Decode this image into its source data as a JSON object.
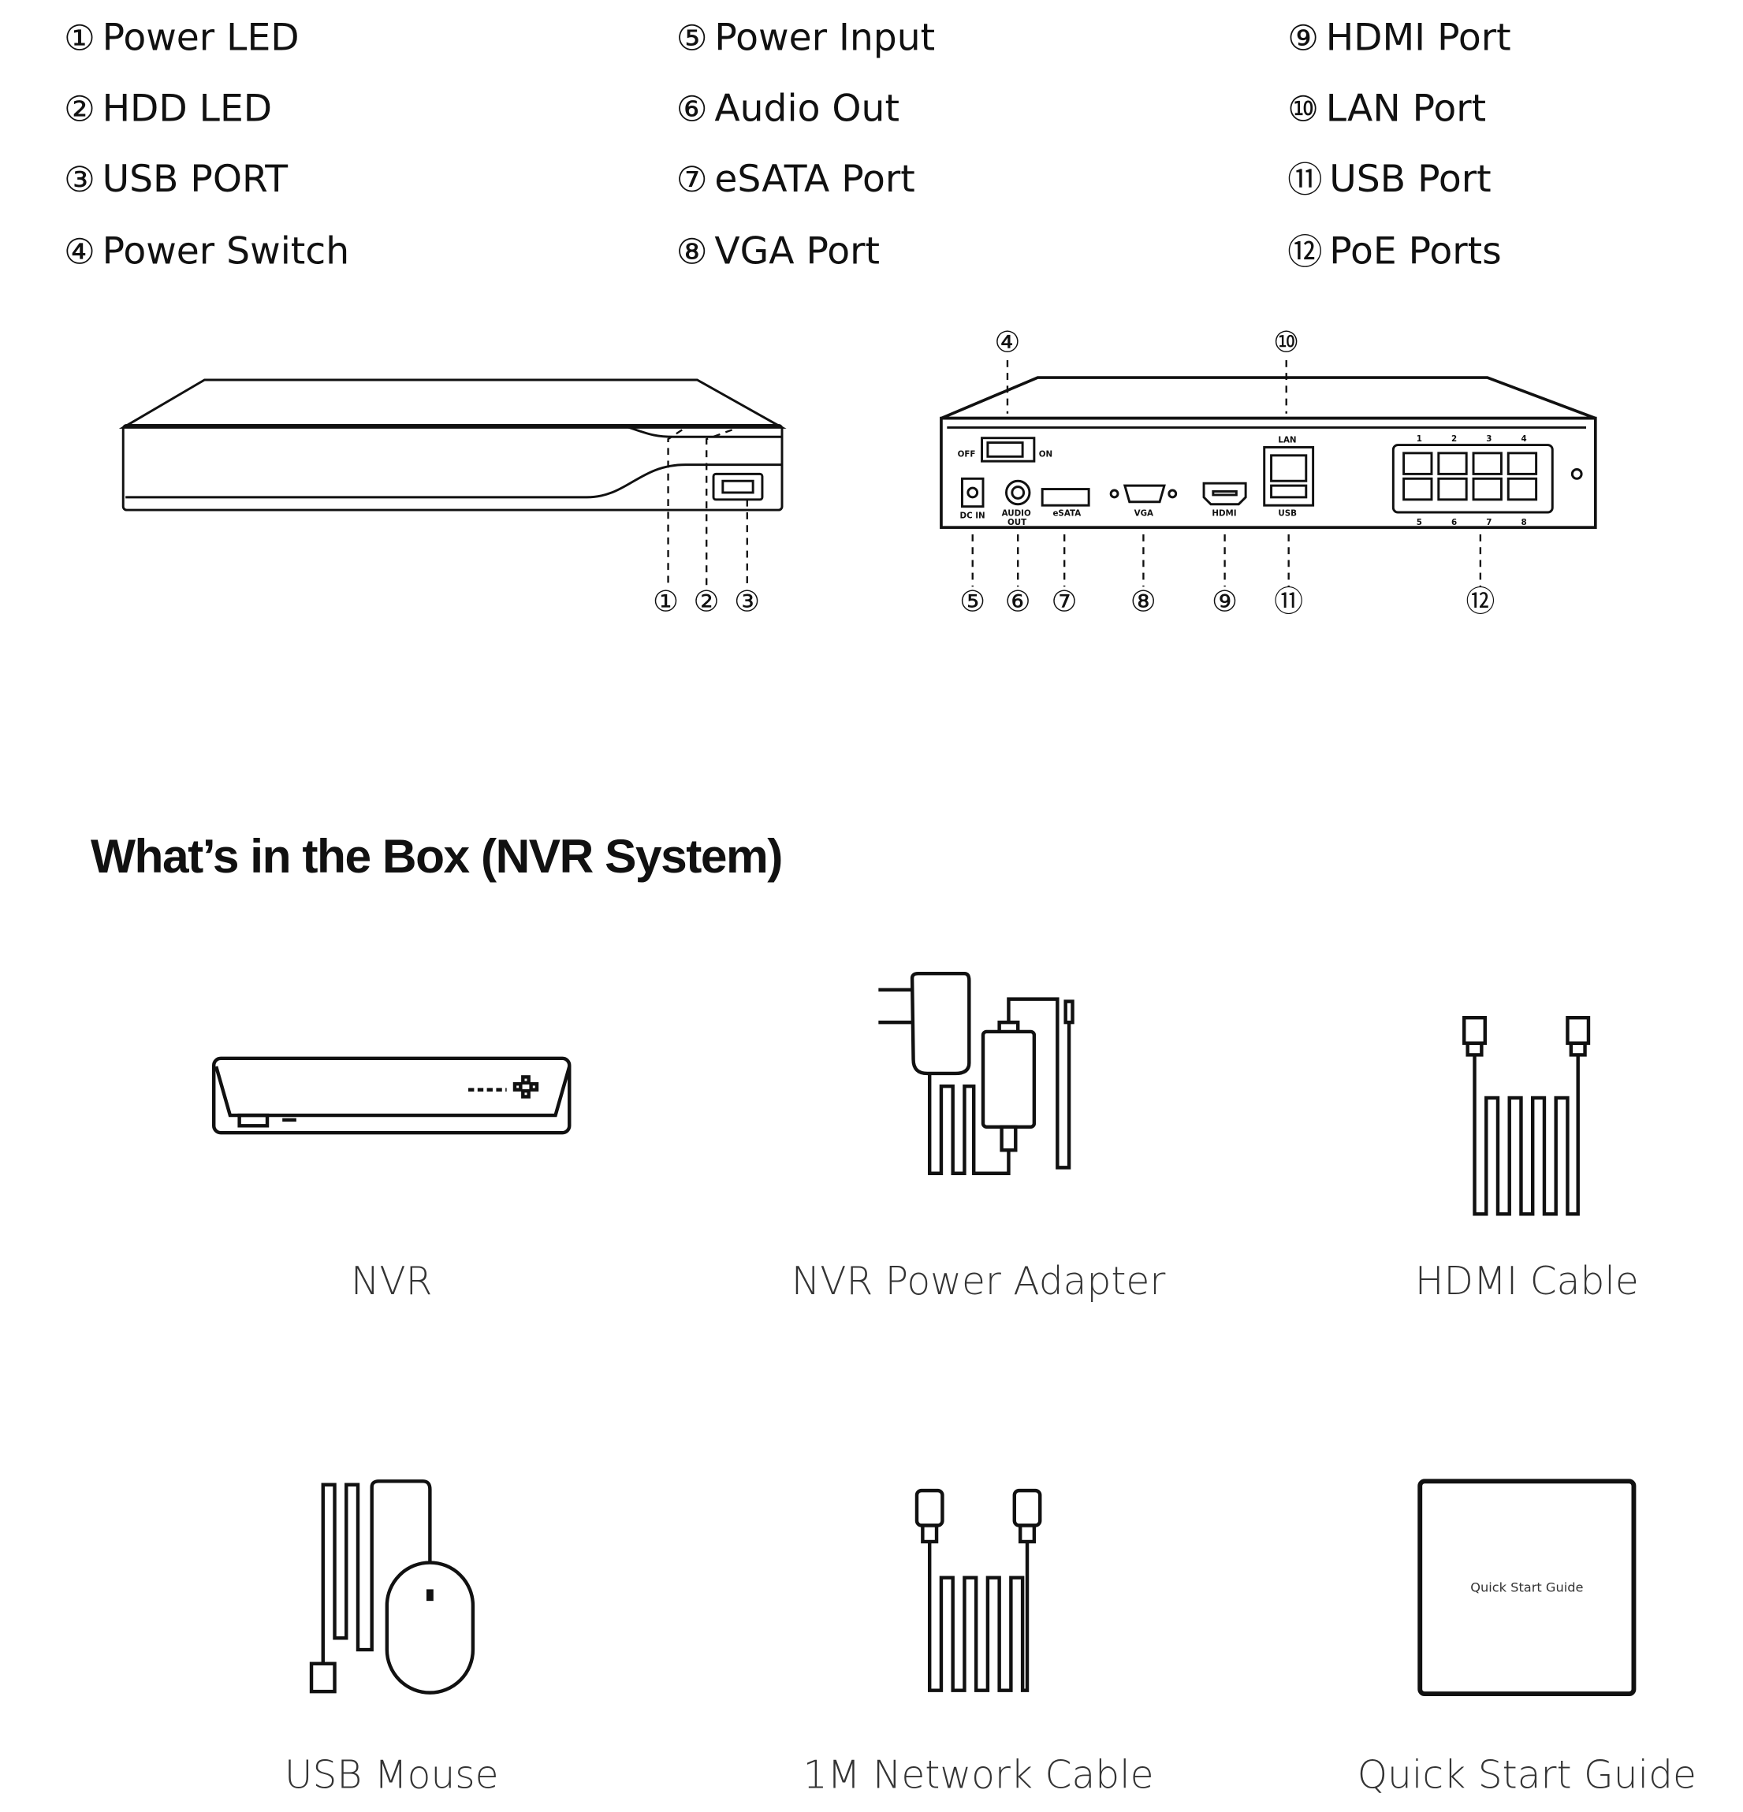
{
  "legend": [
    {
      "num": "①",
      "label": "Power LED"
    },
    {
      "num": "②",
      "label": "HDD LED"
    },
    {
      "num": "③",
      "label": "USB PORT"
    },
    {
      "num": "④",
      "label": "Power Switch"
    },
    {
      "num": "⑤",
      "label": "Power Input"
    },
    {
      "num": "⑥",
      "label": "Audio Out"
    },
    {
      "num": "⑦",
      "label": "eSATA Port"
    },
    {
      "num": "⑧",
      "label": "VGA Port"
    },
    {
      "num": "⑨",
      "label": "HDMI Port"
    },
    {
      "num": "⑩",
      "label": "LAN Port"
    },
    {
      "num": "⑪",
      "label": "USB Port"
    },
    {
      "num": "⑫",
      "label": "PoE Ports"
    }
  ],
  "rear_panel": {
    "off": "OFF",
    "on": "ON",
    "dc_in": "DC IN",
    "audio": "AUDIO",
    "out": "OUT",
    "esata": "eSATA",
    "vga": "VGA",
    "hdmi": "HDMI",
    "lan": "LAN",
    "usb": "USB",
    "poe_top": [
      "1",
      "2",
      "3",
      "4"
    ],
    "poe_bottom": [
      "5",
      "6",
      "7",
      "8"
    ]
  },
  "section_title": "What’s in the Box (NVR System)",
  "box_items": [
    {
      "label": "NVR"
    },
    {
      "label": "NVR Power Adapter"
    },
    {
      "label": "HDMI Cable"
    },
    {
      "label": "USB Mouse"
    },
    {
      "label": "1M Network Cable"
    },
    {
      "label": "Quick Start Guide"
    }
  ],
  "guide_cover_text": "Quick Start Guide"
}
